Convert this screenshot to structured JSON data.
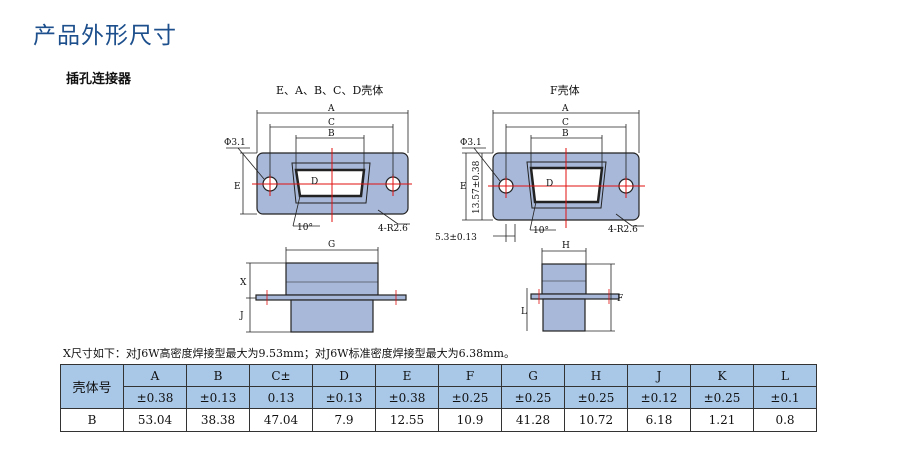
{
  "page": {
    "title": "产品外形尺寸",
    "section": "插孔连接器",
    "caption_left": "E、A、B、C、D壳体",
    "caption_right": "F壳体",
    "note": "X尺寸如下：对J6W高密度焊接型最大为9.53mm；对J6W标准密度焊接型最大为6.38mm。"
  },
  "drawing_labels": {
    "A": "A",
    "B": "B",
    "C": "C",
    "E": "E",
    "G": "G",
    "H": "H",
    "X": "X",
    "J": "J",
    "L": "L",
    "F": "F",
    "D": "D",
    "phi": "Φ3.1",
    "radius": "4-R2.6",
    "angle": "10°",
    "tol_E": "13.57±0.38",
    "tol_dim": "5.3±0.13"
  },
  "table": {
    "header_first": "壳体号",
    "columns": [
      {
        "name": "A",
        "tol": "±0.38"
      },
      {
        "name": "B",
        "tol": "±0.13"
      },
      {
        "name": "C±",
        "tol": "0.13"
      },
      {
        "name": "D",
        "tol": "±0.13"
      },
      {
        "name": "E",
        "tol": "±0.38"
      },
      {
        "name": "F",
        "tol": "±0.25"
      },
      {
        "name": "G",
        "tol": "±0.25"
      },
      {
        "name": "H",
        "tol": "±0.25"
      },
      {
        "name": "J",
        "tol": "±0.12"
      },
      {
        "name": "K",
        "tol": "±0.25"
      },
      {
        "name": "L",
        "tol": "±0.1"
      }
    ],
    "rows": [
      {
        "shell": "B",
        "values": [
          "53.04",
          "38.38",
          "47.04",
          "7.9",
          "12.55",
          "10.9",
          "41.28",
          "10.72",
          "6.18",
          "1.21",
          "0.8"
        ]
      }
    ]
  }
}
